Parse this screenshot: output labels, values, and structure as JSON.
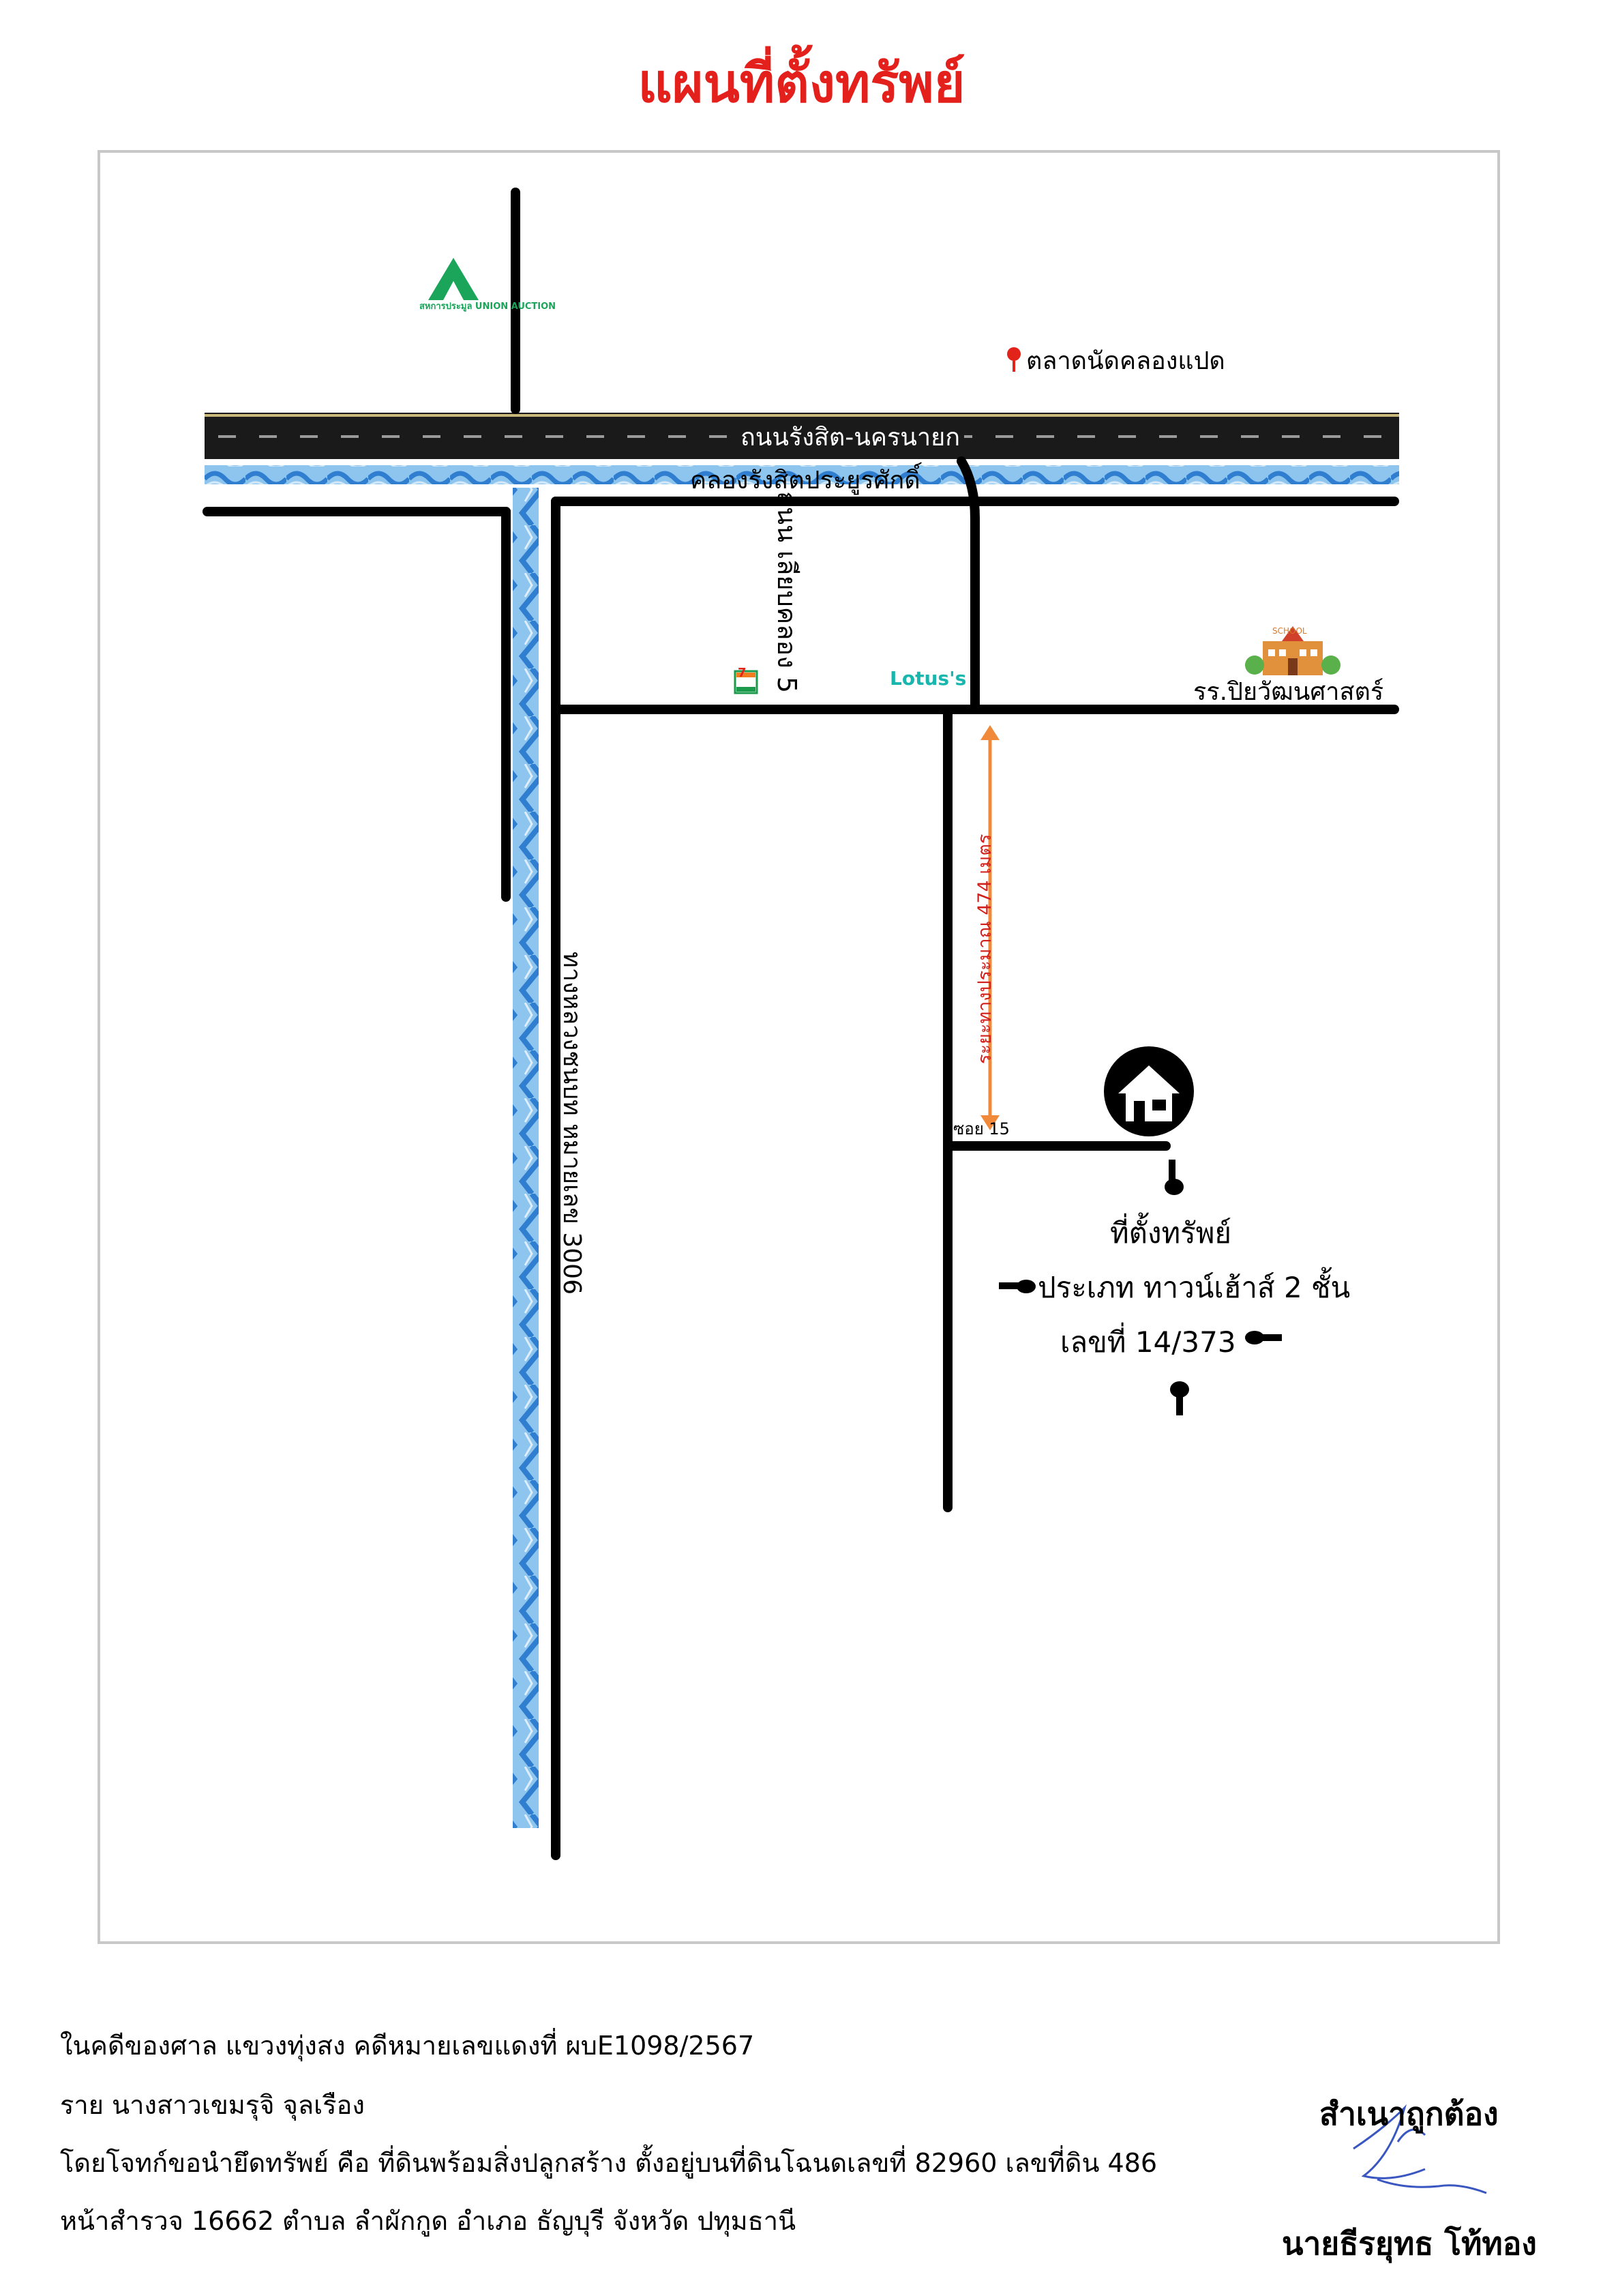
{
  "title": "แผนที่ตั้งทรัพย์",
  "map": {
    "main_road": "ถนนรังสิต-นครนายก",
    "canal": "คลองรังสิตประยูรศักดิ์",
    "market": "ตลาดนัดคลองแปด",
    "union_auction_logo_text": "สหการประมูล UNION AUCTION",
    "side_road_vertical": "ถนน เลียบคลอง 5",
    "highway_3006": "ทางหลวงชนบท หมายเลข 3006",
    "lotus": "Lotus's",
    "seven_eleven": "7",
    "school_sign": "SCHOOL",
    "school": "รร.ปิยวัฒนศาสตร์",
    "distance": "ระยะทางประมาณ 474 เมตร",
    "soi": "ซอย 15",
    "property_title": "ที่ตั้งทรัพย์",
    "property_type": "ประเภท ทาวน์เฮ้าส์ 2 ชั้น",
    "property_number": "เลขที่ 14/373"
  },
  "footer": {
    "line1": "ในคดีของศาล แขวงทุ่งสง คดีหมายเลขแดงที่ ผบE1098/2567",
    "line2": "ราย นางสาวเขมรุจิ จุลเรือง",
    "line3": "โดยโจทก์ขอนำยึดทรัพย์ คือ ที่ดินพร้อมสิ่งปลูกสร้าง ตั้งอยู่บนที่ดินโฉนดเลขที่ 82960 เลขที่ดิน 486",
    "line4": "หน้าสำรวจ 16662 ตำบล ลำผักกูด อำเภอ ธัญบุรี จังหวัด ปทุมธานี"
  },
  "certification": {
    "heading": "สำเนาถูกต้อง",
    "name": "นายธีรยุทธ โท้ทอง"
  },
  "colors": {
    "title": "#e3201b",
    "canal": "#3a8ad4",
    "road": "#000000",
    "distance_arrow": "#f08a3a",
    "distance_text": "#d0201b",
    "union_auction_green": "#1aa55a",
    "lotus_teal": "#19b6ad",
    "signature_blue": "#3a56c0"
  }
}
